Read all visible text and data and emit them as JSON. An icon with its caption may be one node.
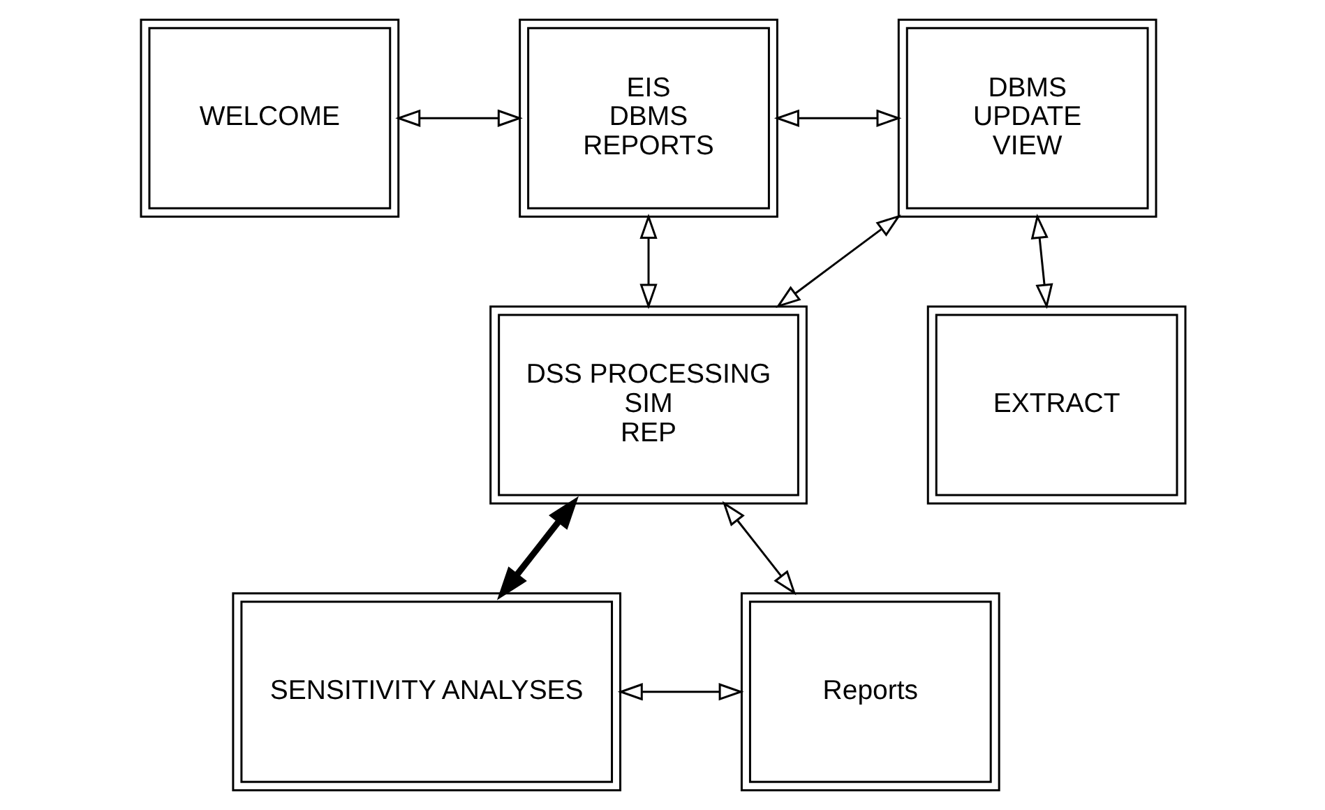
{
  "diagram": {
    "nodes": [
      {
        "text": [
          "WELCOME"
        ]
      },
      {
        "text": [
          "EIS",
          "DBMS",
          "REPORTS"
        ]
      },
      {
        "text": [
          "DBMS",
          "UPDATE",
          "VIEW"
        ]
      },
      {
        "text": [
          "DSS PROCESSING",
          "SIM",
          "REP"
        ]
      },
      {
        "text": [
          "EXTRACT"
        ]
      },
      {
        "text": [
          "SENSITIVITY ANALYSES"
        ]
      },
      {
        "text": [
          "Reports"
        ]
      }
    ],
    "edges": [
      {
        "from": 0,
        "to": 1,
        "arrow": "both"
      },
      {
        "from": 1,
        "to": 2,
        "arrow": "both"
      },
      {
        "from": 1,
        "to": 3,
        "arrow": "both"
      },
      {
        "from": 3,
        "to": 2,
        "arrow": "both"
      },
      {
        "from": 2,
        "to": 4,
        "arrow": "both"
      },
      {
        "from": 3,
        "to": 5,
        "arrow": "both",
        "style": "thick"
      },
      {
        "from": 3,
        "to": 6,
        "arrow": "both"
      },
      {
        "from": 5,
        "to": 6,
        "arrow": "both"
      }
    ]
  }
}
